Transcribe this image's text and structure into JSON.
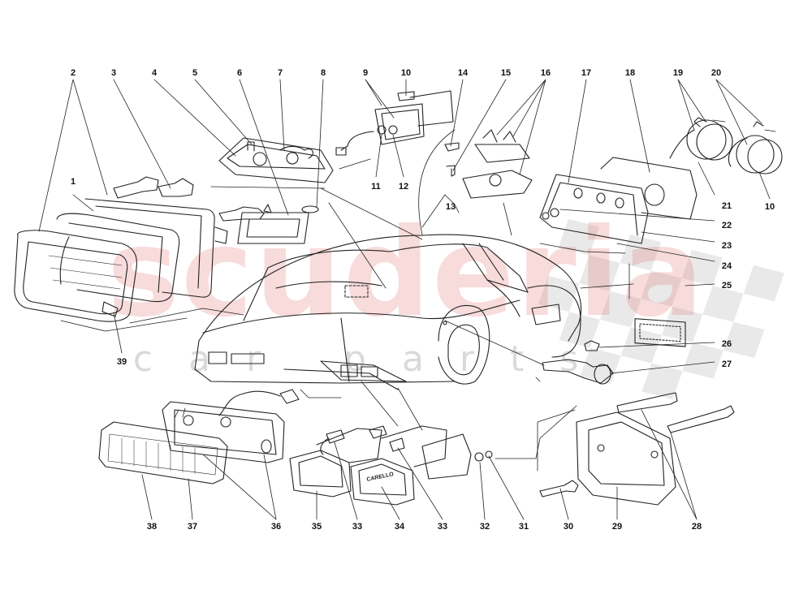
{
  "watermark": {
    "brand": "scuderia",
    "subtitle": "car parts"
  },
  "callouts": [
    "1",
    "2",
    "3",
    "4",
    "5",
    "6",
    "7",
    "8",
    "9",
    "10",
    "11",
    "12",
    "13",
    "14",
    "15",
    "16",
    "17",
    "18",
    "19",
    "20",
    "21",
    "22",
    "23",
    "24",
    "25",
    "26",
    "27",
    "28",
    "29",
    "30",
    "31",
    "32",
    "33",
    "34",
    "35",
    "36",
    "37",
    "38",
    "39"
  ],
  "part_marking": "CARELLO",
  "watermark_colors": {
    "brand": "#e15a5a",
    "subtitle": "#969696"
  }
}
